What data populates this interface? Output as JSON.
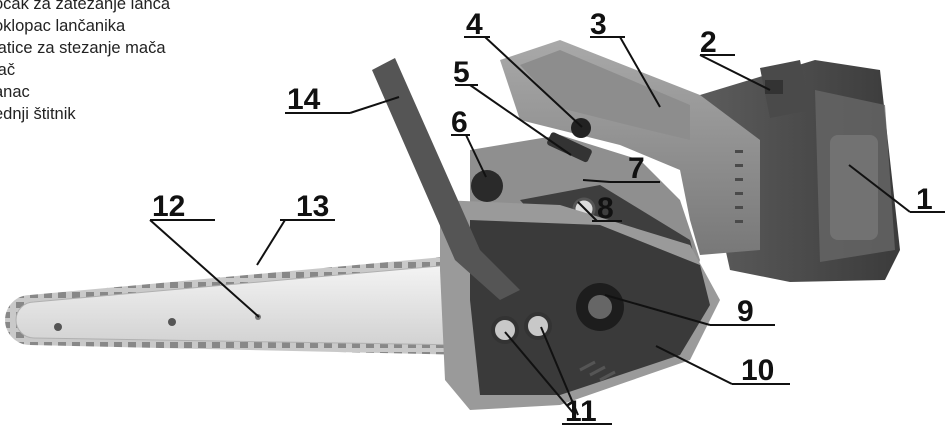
{
  "legend_lines": [
    "očak za zatezanje lanca",
    "oklopac lančanika",
    "latice za stezanje mača",
    "lač",
    "anac",
    "ednji štitnik"
  ],
  "callouts": [
    "1",
    "2",
    "3",
    "4",
    "5",
    "6",
    "7",
    "8",
    "9",
    "10",
    "11",
    "12",
    "13",
    "14"
  ]
}
